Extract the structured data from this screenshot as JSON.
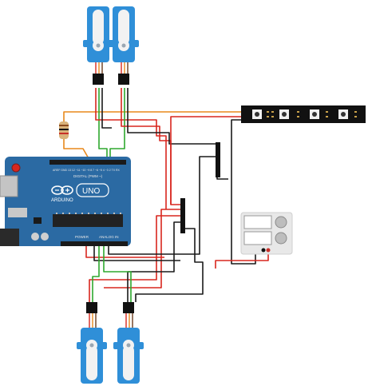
{
  "board": {
    "brand": "ARDUINO",
    "model": "UNO",
    "digital_label": "DIGITAL (PWM ~)",
    "power_label": "POWER",
    "analog_label": "ANALOG IN",
    "colors": {
      "body": "#2b6aa3",
      "dark": "#1f4f7d",
      "chip": "#222222"
    }
  },
  "parts": {
    "servos": [
      {
        "name": "servo-top-left",
        "color": "#2f8fd8"
      },
      {
        "name": "servo-top-right",
        "color": "#2f8fd8"
      },
      {
        "name": "servo-bottom-left",
        "color": "#2f8fd8"
      },
      {
        "name": "servo-bottom-right",
        "color": "#2f8fd8"
      }
    ],
    "led_strip": {
      "pixels": 4,
      "color": "#111111"
    },
    "power_supply": {
      "color": "#e8e8e8"
    },
    "resistor": {
      "color": "#d9b27a"
    }
  },
  "wire_colors": {
    "orange": "#e8881c",
    "red": "#d8261e",
    "black": "#1a1a1a",
    "green": "#2ea82e"
  }
}
